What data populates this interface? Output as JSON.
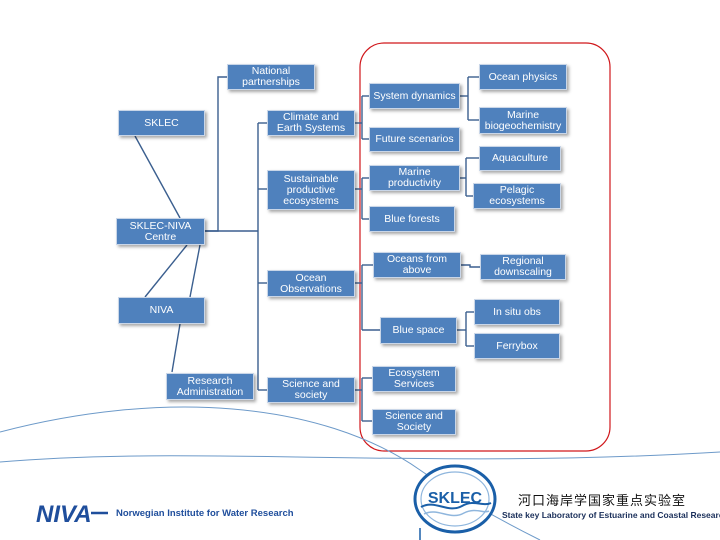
{
  "nodes": {
    "sklec": "SKLEC",
    "sklec_niva_centre": "SKLEC-NIVA Centre",
    "niva": "NIVA",
    "research_administration": "Research Administration",
    "national_partnerships": "National partnerships",
    "climate_earth_systems": "Climate and Earth Systems",
    "sustainable_productive_ecosystems": "Sustainable productive ecosystems",
    "ocean_observations": "Ocean Observations",
    "science_and_society_l2": "Science and society",
    "system_dynamics": "System dynamics",
    "future_scenarios": "Future scenarios",
    "marine_productivity": "Marine productivity",
    "blue_forests": "Blue forests",
    "oceans_from_above": "Oceans from above",
    "blue_space": "Blue space",
    "ecosystem_services": "Ecosystem Services",
    "science_and_society_l3": "Science and Society",
    "ocean_physics": "Ocean physics",
    "marine_biogeochemistry": "Marine biogeochemistry",
    "aquaculture": "Aquaculture",
    "pelagic_ecosystems": "Pelagic ecosystems",
    "regional_downscaling": "Regional downscaling",
    "in_situ_obs": "In situ obs",
    "ferrybox": "Ferrybox"
  },
  "footer": {
    "niva_logo": "NIVA",
    "niva_name": "Norwegian Institute for Water Research",
    "sklec_logo": "SKLEC",
    "sklec_chinese": "河口海岸学国家重点实验室",
    "sklec_name": "State key Laboratory of Estuarine and Coastal Research"
  },
  "colors": {
    "node_fill": "#4f81bd",
    "connector": "#3b5f8f",
    "highlight_border": "#d0171b",
    "niva_blue": "#1f4e9c",
    "sklec_blue": "#1a5fa8"
  }
}
